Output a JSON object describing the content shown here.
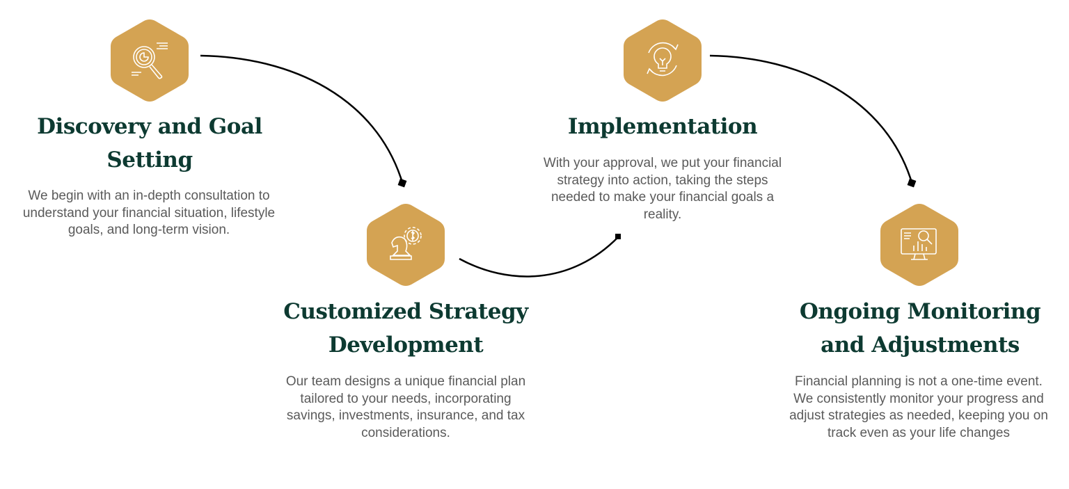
{
  "colors": {
    "accent": "#D4A353",
    "title": "#0d3a31",
    "text": "#5a5a5a"
  },
  "steps": [
    {
      "icon": "magnifier-chart-icon",
      "title": "Discovery and Goal Setting",
      "description": "We begin with an in-depth consultation to understand your financial situation, lifestyle goals, and long-term vision."
    },
    {
      "icon": "chess-knight-gear-dollar-icon",
      "title": "Customized Strategy Development",
      "description": "Our team designs a unique financial plan tailored to your needs, incorporating savings, investments, insurance, and tax considerations."
    },
    {
      "icon": "lightbulb-cycle-icon",
      "title": "Implementation",
      "description": "With your approval, we put your financial strategy into action, taking the steps needed to make your financial goals a reality."
    },
    {
      "icon": "monitor-analytics-icon",
      "title": "Ongoing Monitoring and Adjustments",
      "description": "Financial planning is not a one-time event. We consistently monitor your progress and adjust strategies as needed, keeping you on track even as your life changes"
    }
  ]
}
